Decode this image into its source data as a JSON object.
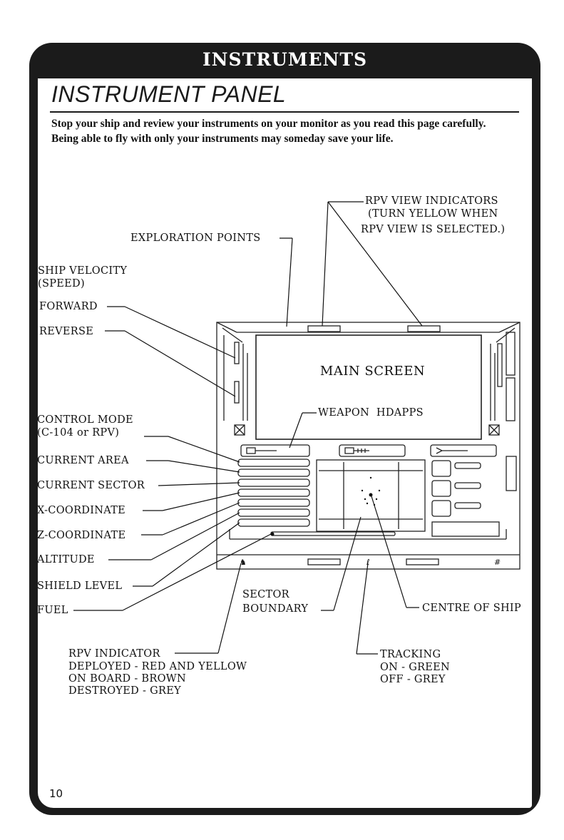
{
  "header": {
    "title": "INSTRUMENTS"
  },
  "section": {
    "title": "INSTRUMENT PANEL"
  },
  "intro": {
    "line1": "Stop your ship and review your instruments on your monitor as you read this page carefully.",
    "line2": "Being able to fly with only your instruments may someday save your life."
  },
  "labels": {
    "rpv_view_1": "RPV VIEW INDICATORS",
    "rpv_view_2": "(TURN YELLOW WHEN",
    "rpv_view_3": "RPV VIEW IS SELECTED.)",
    "exploration_points": "EXPLORATION POINTS",
    "ship_velocity_1": "SHIP VELOCITY",
    "ship_velocity_2": "(SPEED)",
    "forward": "FORWARD",
    "reverse": "REVERSE",
    "main_screen": "MAIN SCREEN",
    "weapon_hdapps": "WEAPON  HDAPPS",
    "control_mode_1": "CONTROL MODE",
    "control_mode_2": "(C-104 or RPV)",
    "current_area": "CURRENT AREA",
    "current_sector": "CURRENT SECTOR",
    "x_coordinate": "X-COORDINATE",
    "z_coordinate": "Z-COORDINATE",
    "altitude": "ALTITUDE",
    "shield_level": "SHIELD LEVEL",
    "fuel": "FUEL",
    "sector_boundary_1": "SECTOR",
    "sector_boundary_2": "BOUNDARY",
    "centre_of_ship": "CENTRE OF SHIP",
    "rpv_indicator_1": "RPV INDICATOR",
    "rpv_indicator_2": "DEPLOYED - RED AND YELLOW",
    "rpv_indicator_3": "ON BOARD - BROWN",
    "rpv_indicator_4": "DESTROYED - GREY",
    "tracking_1": "TRACKING",
    "tracking_2": "ON - GREEN",
    "tracking_3": "OFF - GREY"
  },
  "page_number": "10"
}
